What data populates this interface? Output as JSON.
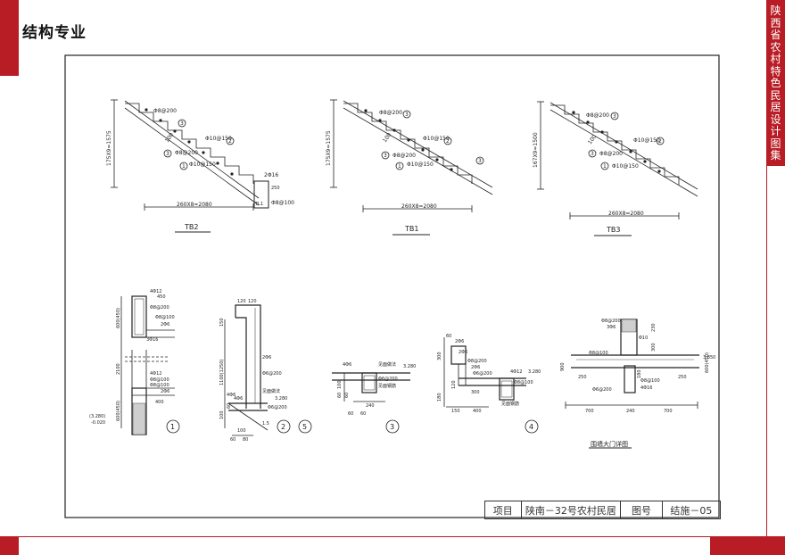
{
  "header": {
    "title": "结构专业"
  },
  "side_banner": {
    "text": "陕西省农村特色民居设计图集"
  },
  "stairs": [
    {
      "name": "TB2",
      "height_dim": "175X9=1575",
      "run_dim": "260X8=2080",
      "notes": [
        "Φ8@200",
        "Φ10@150",
        "Φ8@200",
        "Φ10@150",
        "2Φ16",
        "Φ8@100"
      ],
      "markers": [
        "3",
        "2",
        "3",
        "1"
      ],
      "small": [
        "100",
        "250",
        "TL1"
      ]
    },
    {
      "name": "TB1",
      "height_dim": "175X9=1575",
      "run_dim": "260X8=2080",
      "notes": [
        "Φ8@200",
        "Φ10@150",
        "Φ8@200",
        "Φ10@150"
      ],
      "markers": [
        "3",
        "2",
        "3",
        "3",
        "1"
      ],
      "small": [
        "100"
      ]
    },
    {
      "name": "TB3",
      "height_dim": "167X9=1500",
      "run_dim": "260X8=2080",
      "notes": [
        "Φ8@200",
        "Φ10@150",
        "Φ8@200",
        "Φ10@150"
      ],
      "markers": [
        "3",
        "2",
        "3",
        "1"
      ],
      "small": [
        "100"
      ]
    }
  ],
  "details": [
    {
      "marker": "1",
      "dims": [
        "450",
        "600(450)",
        "2100",
        "600(450)",
        "400"
      ],
      "notes": [
        "4Φ12",
        "Φ8@200",
        "Φ8@100",
        "2Φ6",
        "3Φ16",
        "4Φ12",
        "Φ8@100",
        "Φ8@100",
        "2Φ6"
      ],
      "levels": [
        "(3.280)",
        "-0.020"
      ]
    },
    {
      "marker": "2",
      "marker2": "5",
      "dims": [
        "120",
        "120",
        "150",
        "1100(1250)",
        "100",
        "60",
        "100",
        "60",
        "80"
      ],
      "notes": [
        "2Φ6",
        "Φ6@200",
        "见面做法",
        "3.280",
        "4Φ6",
        "Φ6@200",
        "4Φ6"
      ],
      "small": [
        "1.5"
      ]
    },
    {
      "marker": "3",
      "dims": [
        "100",
        "60",
        "60",
        "240",
        "60",
        "60"
      ],
      "notes": [
        "4Φ6",
        "见面做法",
        "3.280",
        "Φ6@200",
        "见面钢筋"
      ]
    },
    {
      "marker": "4",
      "dims": [
        "60",
        "300",
        "120",
        "180",
        "300",
        "150",
        "400"
      ],
      "notes": [
        "2Φ6",
        "2Φ6",
        "Φ8@200",
        "2Φ6",
        "4Φ12",
        "3.280",
        "Φ6@200",
        "Φ8@100",
        "见面钢筋"
      ]
    },
    {
      "caption": "围墙大门详图",
      "dims": [
        "700",
        "240",
        "700",
        "250",
        "250",
        "600(450)",
        "230",
        "300",
        "180",
        "900"
      ],
      "notes": [
        "Φ8@200",
        "3Φ6",
        "Φ10",
        "Φ8@100",
        "Φ8@100",
        "4Φ16",
        "Φ6@200"
      ],
      "levels": [
        "3.850"
      ]
    }
  ],
  "title_block": {
    "label_project": "项目",
    "project": "陕南－32号农村民居",
    "label_drawing": "图号",
    "drawing_no": "结施－05"
  }
}
